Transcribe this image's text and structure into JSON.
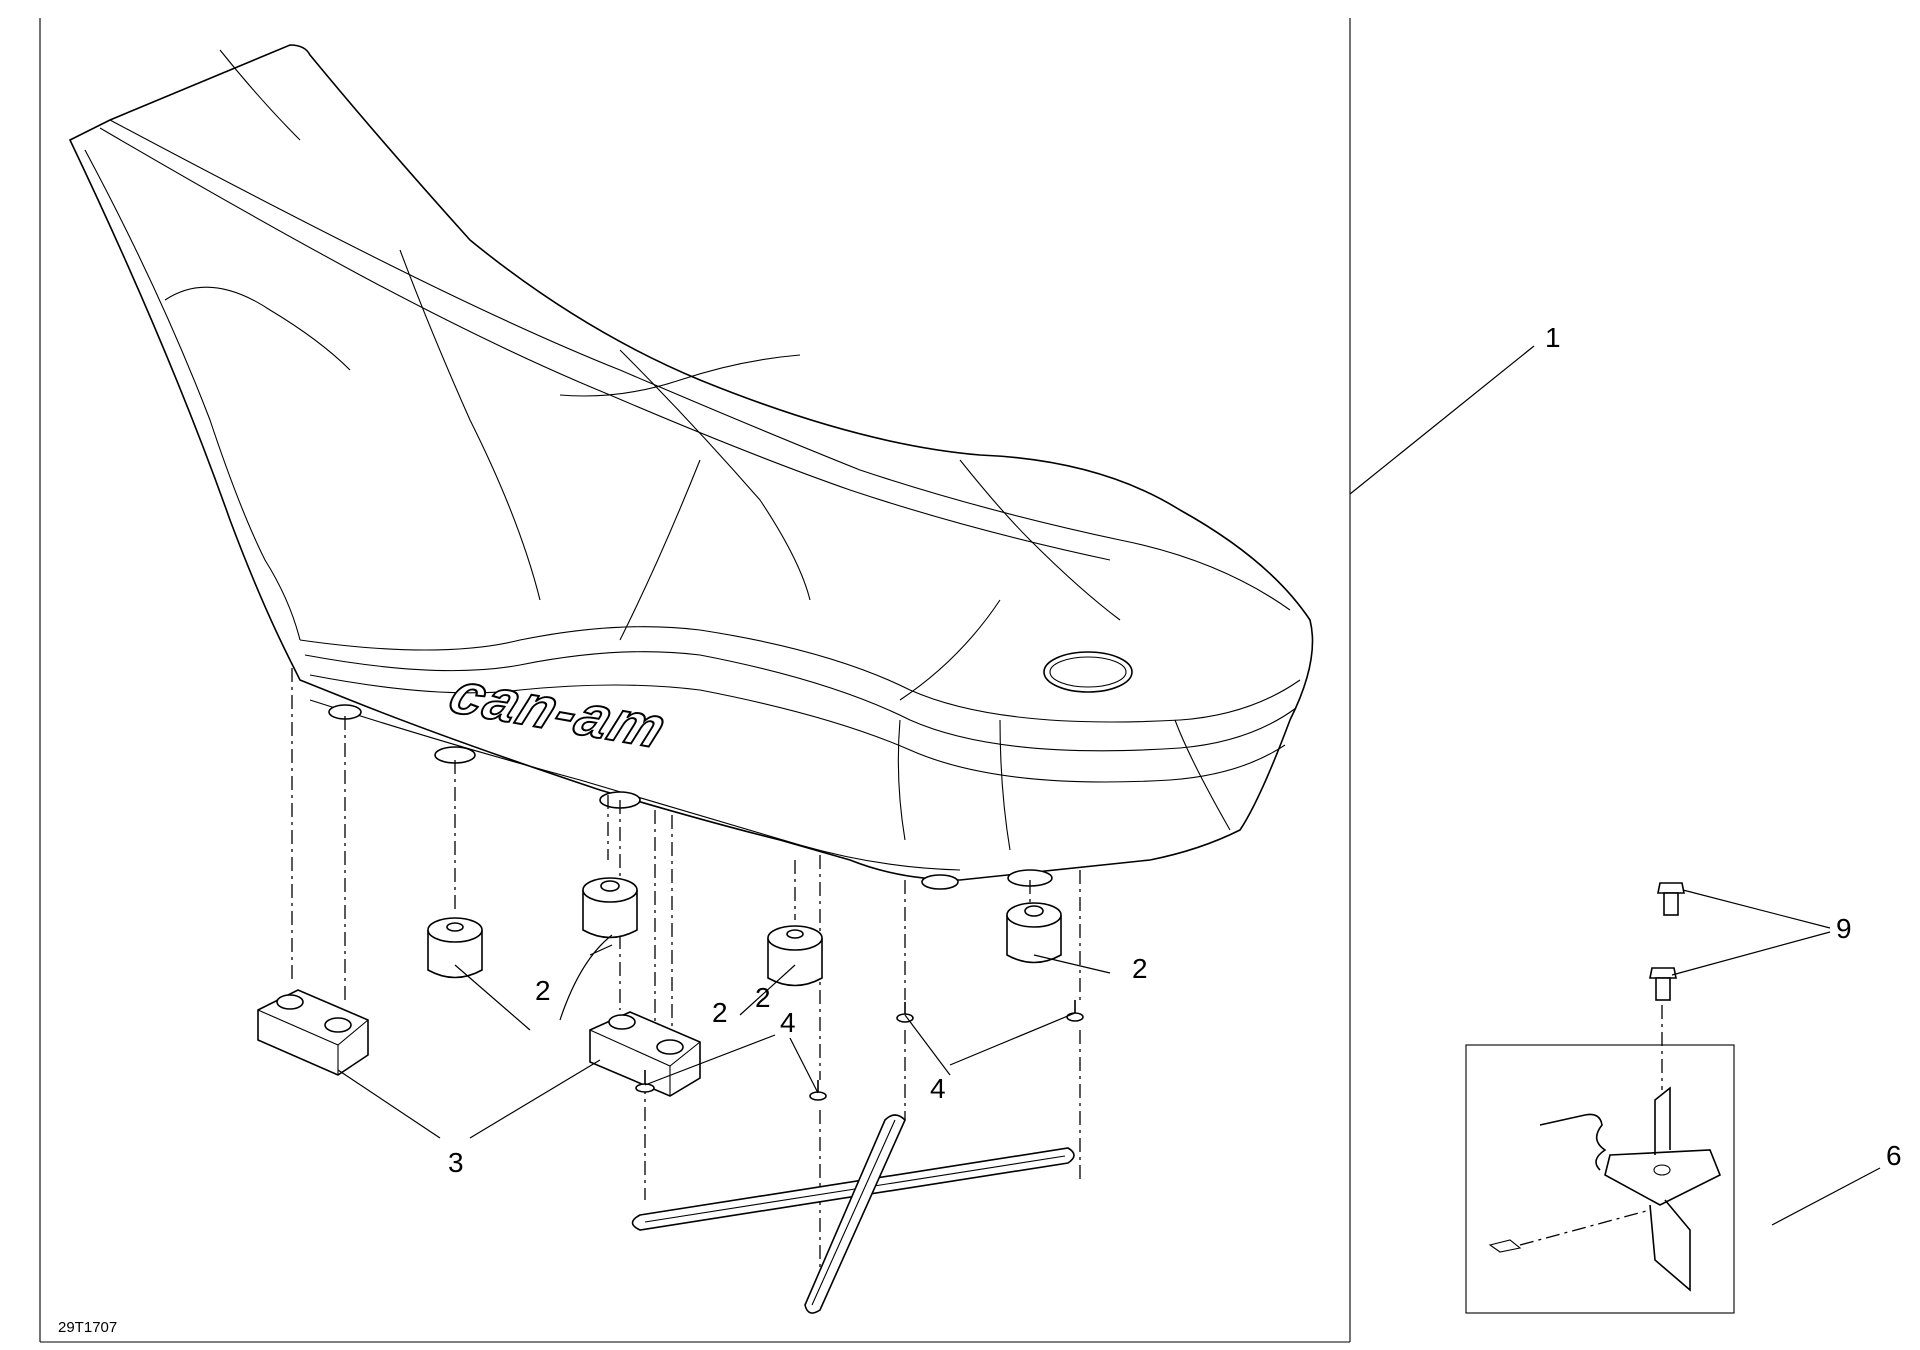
{
  "diagram": {
    "drawing_id": "29T1707",
    "logo": "can-am",
    "callouts": {
      "seat": "1",
      "bumper_left": "2",
      "bumper_mid_left": "2",
      "bumper_mid": "2",
      "bumper_right": "2",
      "spacer_block": "3",
      "rivet_left": "4",
      "rivet_right": "4",
      "latch_assembly": "6",
      "latch_bolt": "9"
    }
  }
}
